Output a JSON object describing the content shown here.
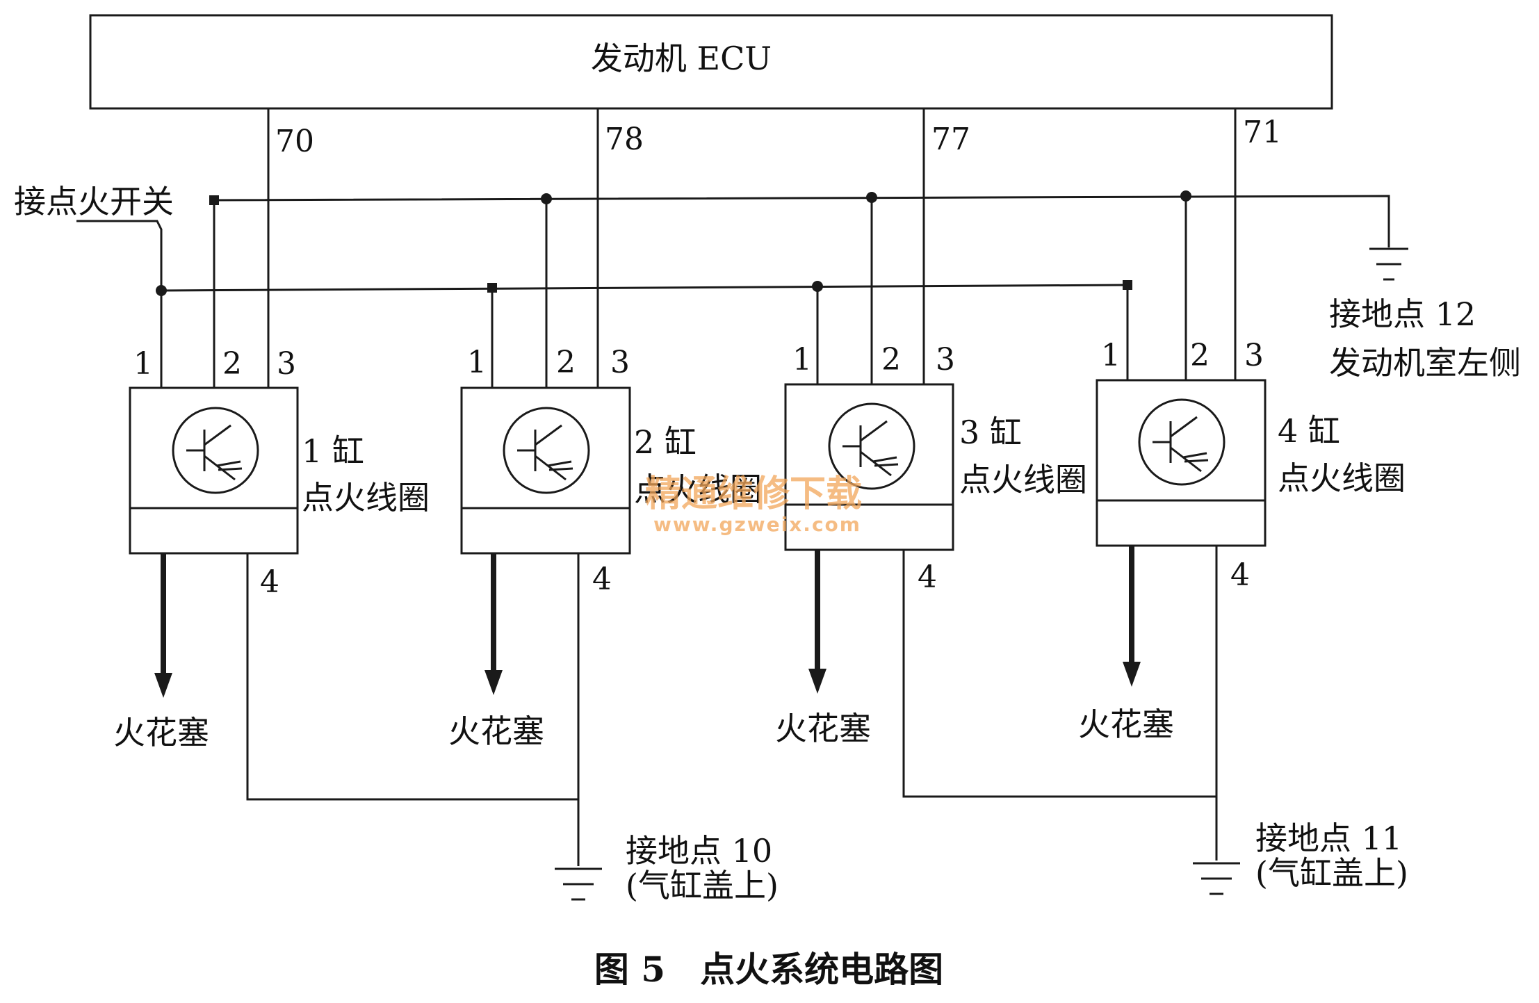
{
  "ecu": {
    "label": "发动机 ECU"
  },
  "ecu_pins": [
    "70",
    "78",
    "77",
    "71"
  ],
  "ignition_switch": {
    "label": "接点火开关"
  },
  "coils": [
    {
      "pin1": "1",
      "pin2": "2",
      "pin3": "3",
      "pin4": "4",
      "name_line1": "1 缸",
      "name_line2": "点火线圈"
    },
    {
      "pin1": "1",
      "pin2": "2",
      "pin3": "3",
      "pin4": "4",
      "name_line1": "2 缸",
      "name_line2": "点火线圈"
    },
    {
      "pin1": "1",
      "pin2": "2",
      "pin3": "3",
      "pin4": "4",
      "name_line1": "3 缸",
      "name_line2": "点火线圈"
    },
    {
      "pin1": "1",
      "pin2": "2",
      "pin3": "3",
      "pin4": "4",
      "name_line1": "4 缸",
      "name_line2": "点火线圈"
    }
  ],
  "spark_plug_label": "火花塞",
  "grounds": {
    "g12": {
      "line1": "接地点 12",
      "line2": "发动机室左侧"
    },
    "g10": {
      "line1": "接地点 10",
      "line2": "(气缸盖上)"
    },
    "g11": {
      "line1": "接地点 11",
      "line2": "(气缸盖上)"
    }
  },
  "watermark": {
    "cn": "精通维修下载",
    "url": "www.gzweix.com"
  },
  "caption": "图 5　点火系统电路图",
  "colors": {
    "line": "#1a1a1a",
    "watermark": "#f2a65a"
  }
}
